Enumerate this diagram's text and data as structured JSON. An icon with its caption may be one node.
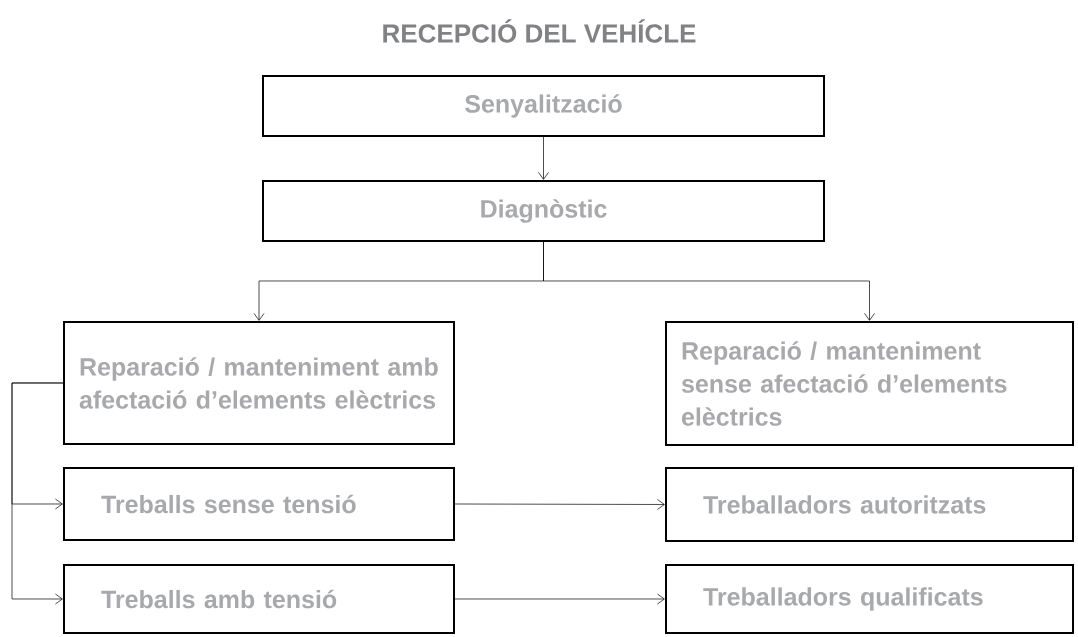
{
  "diagram": {
    "title": "RECEPCIÓ DEL VEHÍCLE",
    "nodes": [
      {
        "text": [
          "Senyalització"
        ]
      },
      {
        "text": [
          "Diagnòstic"
        ]
      },
      {
        "text": [
          "Reparació / manteniment amb afectació d’elements elèctrics"
        ]
      },
      {
        "text": [
          "Reparació / manteniment sense afectació d’elements elèctrics"
        ]
      },
      {
        "text": [
          "Treballs sense tensió"
        ]
      },
      {
        "text": [
          "Treballadors autoritzats"
        ]
      },
      {
        "text": [
          "Treballs amb tensió"
        ]
      },
      {
        "text": [
          "Treballadors qualificats"
        ]
      }
    ],
    "edges": [
      {
        "from": 0,
        "to": 1,
        "arrow": "to"
      },
      {
        "from": 1,
        "to": 2,
        "arrow": "to"
      },
      {
        "from": 1,
        "to": 3,
        "arrow": "to"
      },
      {
        "from": 2,
        "to": 4,
        "arrow": "to"
      },
      {
        "from": 2,
        "to": 6,
        "arrow": "to"
      },
      {
        "from": 4,
        "to": 5,
        "arrow": "to"
      },
      {
        "from": 6,
        "to": 7,
        "arrow": "to"
      }
    ]
  }
}
